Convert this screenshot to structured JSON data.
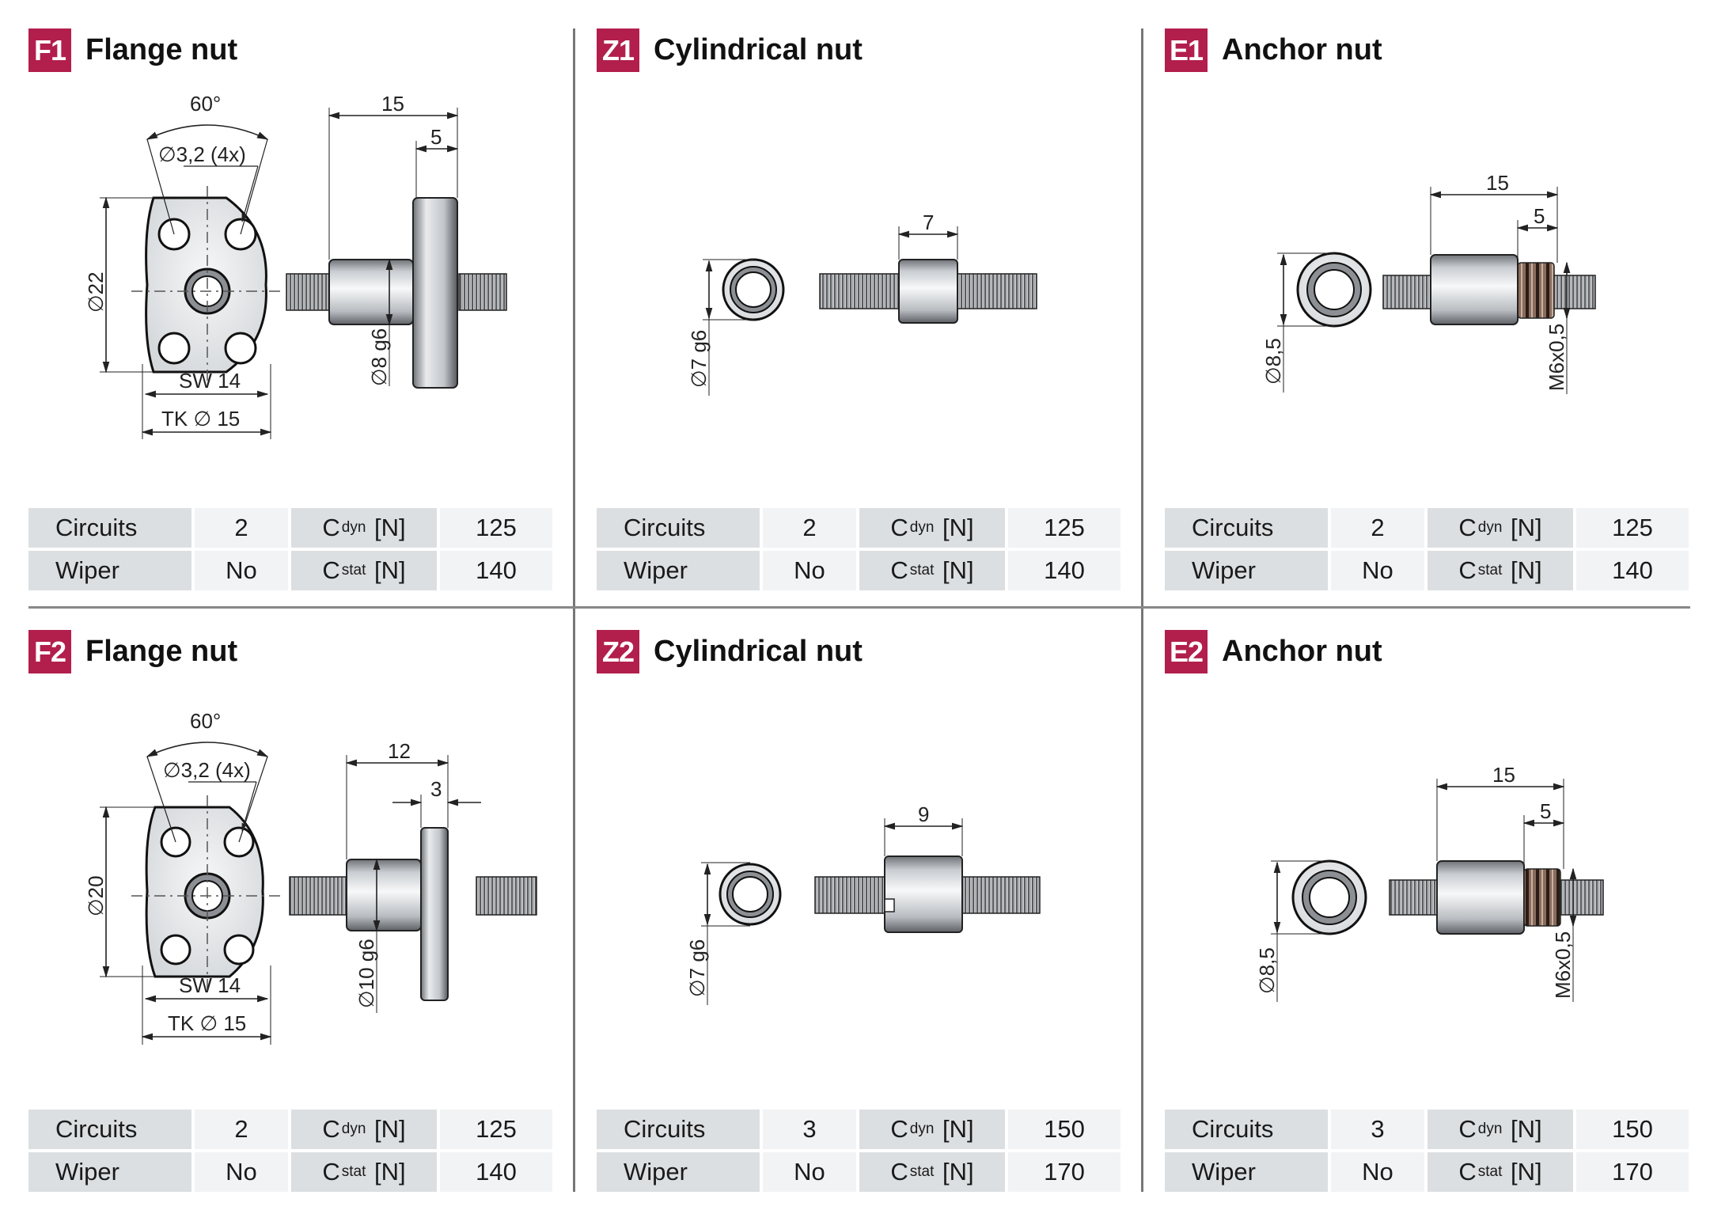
{
  "panels": [
    {
      "code": "F1",
      "title": "Flange nut",
      "circuits": "2",
      "wiper": "No",
      "cdyn": "125",
      "cstat": "140",
      "dims": {
        "angle": "60°",
        "holes": "∅3,2 (4x)",
        "outer": "∅22",
        "sw": "SW 14",
        "tk": "TK ∅ 15",
        "len": "15",
        "flange": "5",
        "shaft": "∅8 g6"
      }
    },
    {
      "code": "Z1",
      "title": "Cylindrical nut",
      "circuits": "2",
      "wiper": "No",
      "cdyn": "125",
      "cstat": "140",
      "dims": {
        "dia": "∅7 g6",
        "len": "7"
      }
    },
    {
      "code": "E1",
      "title": "Anchor nut",
      "circuits": "2",
      "wiper": "No",
      "cdyn": "125",
      "cstat": "140",
      "dims": {
        "dia": "∅8,5",
        "len": "15",
        "thread_len": "5",
        "thread": "M6x0,5"
      }
    },
    {
      "code": "F2",
      "title": "Flange nut",
      "circuits": "2",
      "wiper": "No",
      "cdyn": "125",
      "cstat": "140",
      "dims": {
        "angle": "60°",
        "holes": "∅3,2 (4x)",
        "outer": "∅20",
        "sw": "SW 14",
        "tk": "TK ∅ 15",
        "len": "12",
        "flange": "3",
        "shaft": "∅10 g6"
      }
    },
    {
      "code": "Z2",
      "title": "Cylindrical nut",
      "circuits": "3",
      "wiper": "No",
      "cdyn": "150",
      "cstat": "170",
      "dims": {
        "dia": "∅7 g6",
        "len": "9"
      }
    },
    {
      "code": "E2",
      "title": "Anchor nut",
      "circuits": "3",
      "wiper": "No",
      "cdyn": "150",
      "cstat": "170",
      "dims": {
        "dia": "∅8,5",
        "len": "15",
        "thread_len": "5",
        "thread": "M6x0,5"
      }
    }
  ],
  "labels": {
    "circuits": "Circuits",
    "wiper": "Wiper",
    "c": "C",
    "dyn": "dyn",
    "stat": "stat",
    "unit": "[N]"
  }
}
